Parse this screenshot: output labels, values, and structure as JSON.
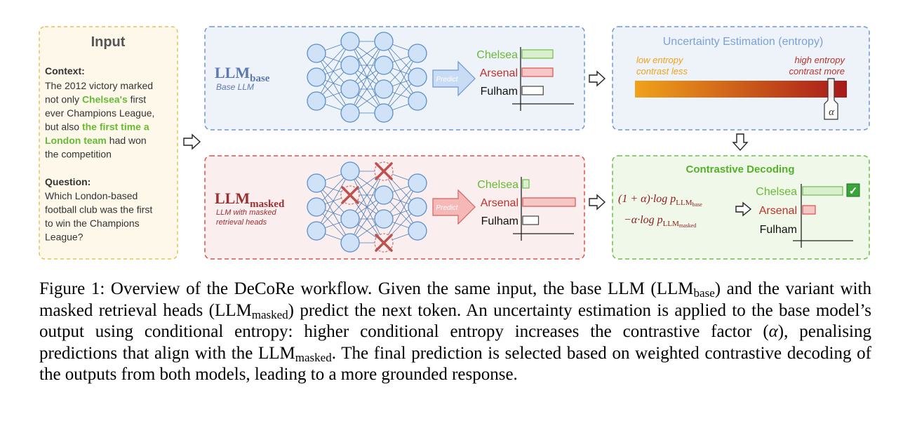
{
  "input": {
    "title": "Input",
    "context_label": "Context:",
    "context_lines": [
      [
        {
          "t": "The 2012 victory marked",
          "hl": false
        }
      ],
      [
        {
          "t": "not only ",
          "hl": false
        },
        {
          "t": "Chelsea's",
          "hl": true
        },
        {
          "t": " first",
          "hl": false
        }
      ],
      [
        {
          "t": "ever Champions League,",
          "hl": false
        }
      ],
      [
        {
          "t": "but also ",
          "hl": false
        },
        {
          "t": "the first time a",
          "hl": true
        }
      ],
      [
        {
          "t": "London team",
          "hl": true
        },
        {
          "t": " had won",
          "hl": false
        }
      ],
      [
        {
          "t": "the competition",
          "hl": false
        }
      ]
    ],
    "question_label": "Question:",
    "question_lines": [
      "Which London-based",
      "football club was the first",
      "to win the Champions",
      "League?"
    ]
  },
  "base": {
    "title_main": "LLM",
    "title_sub": "base",
    "subtitle": "Base LLM",
    "predict_label": "Predict",
    "candidates": [
      {
        "name": "Chelsea",
        "score": 0.8,
        "color": "#66bb33"
      },
      {
        "name": "Arsenal",
        "score": 0.8,
        "color": "#c0302a"
      },
      {
        "name": "Fulham",
        "score": 0.55,
        "color": "#111111"
      }
    ]
  },
  "masked": {
    "title_main": "LLM",
    "title_sub": "masked",
    "subtitle_lines": [
      "LLM with masked",
      "retrieval heads"
    ],
    "predict_label": "Predict",
    "candidates": [
      {
        "name": "Chelsea",
        "score": 0.12,
        "color": "#66bb33"
      },
      {
        "name": "Arsenal",
        "score": 1.0,
        "color": "#c0302a"
      },
      {
        "name": "Fulham",
        "score": 0.3,
        "color": "#111111"
      }
    ]
  },
  "uncertainty": {
    "title": "Uncertainty Estimation (entropy)",
    "low_lines": [
      "low entropy",
      "contrast less"
    ],
    "high_lines": [
      "high entropy",
      "contrast more"
    ],
    "alpha_symbol": "α",
    "gradient_start": "#f0a21a",
    "gradient_end": "#a8191a"
  },
  "contrastive": {
    "title": "Contrastive Decoding",
    "formula_line1_pre": "(1 + α)·log p",
    "formula_line2_pre": "−α·log p",
    "formula_sub_base": "LLM",
    "formula_subsub_base": "base",
    "formula_sub_masked": "LLM",
    "formula_subsub_masked": "masked",
    "candidates": [
      {
        "name": "Chelsea",
        "score": 0.95,
        "color": "#66bb33",
        "selected": true
      },
      {
        "name": "Arsenal",
        "score": 0.3,
        "color": "#c0302a",
        "selected": false
      },
      {
        "name": "Fulham",
        "score": 0.0,
        "color": "#111111",
        "selected": false
      }
    ],
    "check_symbol": "✓"
  },
  "colors": {
    "green": "#66bb33",
    "red": "#c0302a",
    "blue_panel": "#eef2f9",
    "pink_panel": "#fbeeee",
    "input_panel": "#fdf8ea",
    "node_fill": "#cfe2f7",
    "node_stroke": "#5b8fc9"
  },
  "caption": {
    "p1": "Figure 1: Overview of the DeCoRe workflow. Given the same input, the base LLM (LLM",
    "sub_base": "base",
    "p2": ") and the variant with masked retrieval heads (LLM",
    "sub_masked": "masked",
    "p3": ") predict the next token. An uncertainty estimation is applied to the base model’s output using conditional entropy: higher conditional entropy increases the contrastive factor (",
    "alpha": "α",
    "p4": "), penalising predictions that align with the LLM",
    "sub_masked2": "masked",
    "p5": ". The final prediction is selected based on weighted contrastive decoding of the outputs from both models, leading to a more grounded response."
  }
}
